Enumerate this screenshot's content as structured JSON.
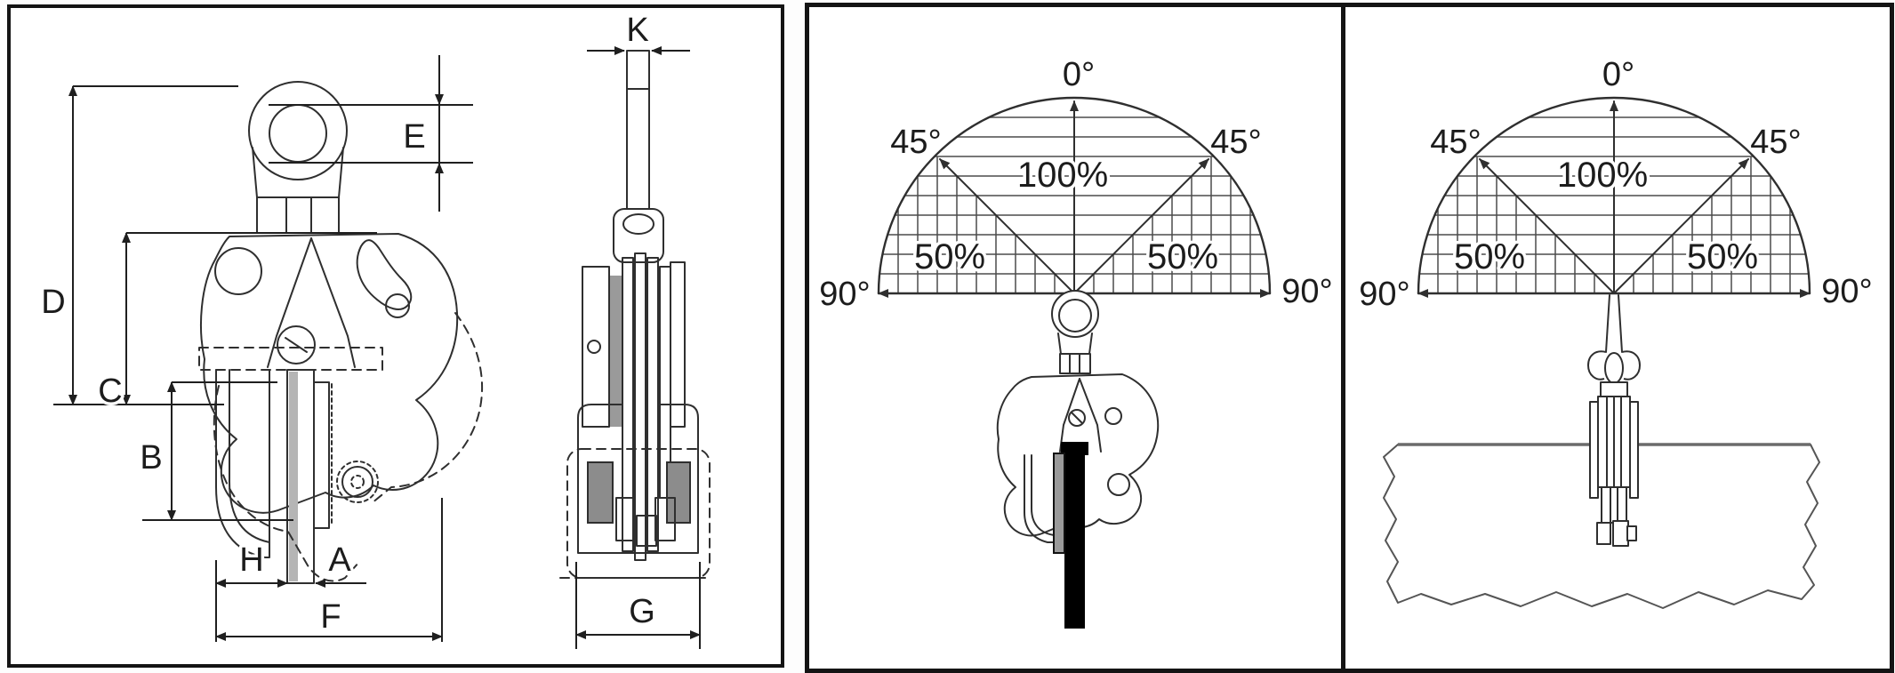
{
  "page": {
    "background": "#ffffff",
    "border_color": "#141414",
    "line_color": "#2f2f2f",
    "plate_fill": "#000000",
    "pad_fill": "#8c8c8c"
  },
  "dimension_panel": {
    "front_view_labels": {
      "d": "D",
      "c": "C",
      "b": "B",
      "e": "E",
      "h": "H",
      "a": "A",
      "f": "F"
    },
    "side_view_labels": {
      "k": "K",
      "g": "G"
    }
  },
  "load_charts": [
    {
      "deg_0": "0°",
      "deg_45_left": "45°",
      "deg_45_right": "45°",
      "deg_90_left": "90°",
      "deg_90_right": "90°",
      "pct_100": "100%",
      "pct_50_left": "50%",
      "pct_50_right": "50%"
    },
    {
      "deg_0": "0°",
      "deg_45_left": "45°",
      "deg_45_right": "45°",
      "deg_90_left": "90°",
      "deg_90_right": "90°",
      "pct_100": "100%",
      "pct_50_left": "50%",
      "pct_50_right": "50%"
    }
  ]
}
